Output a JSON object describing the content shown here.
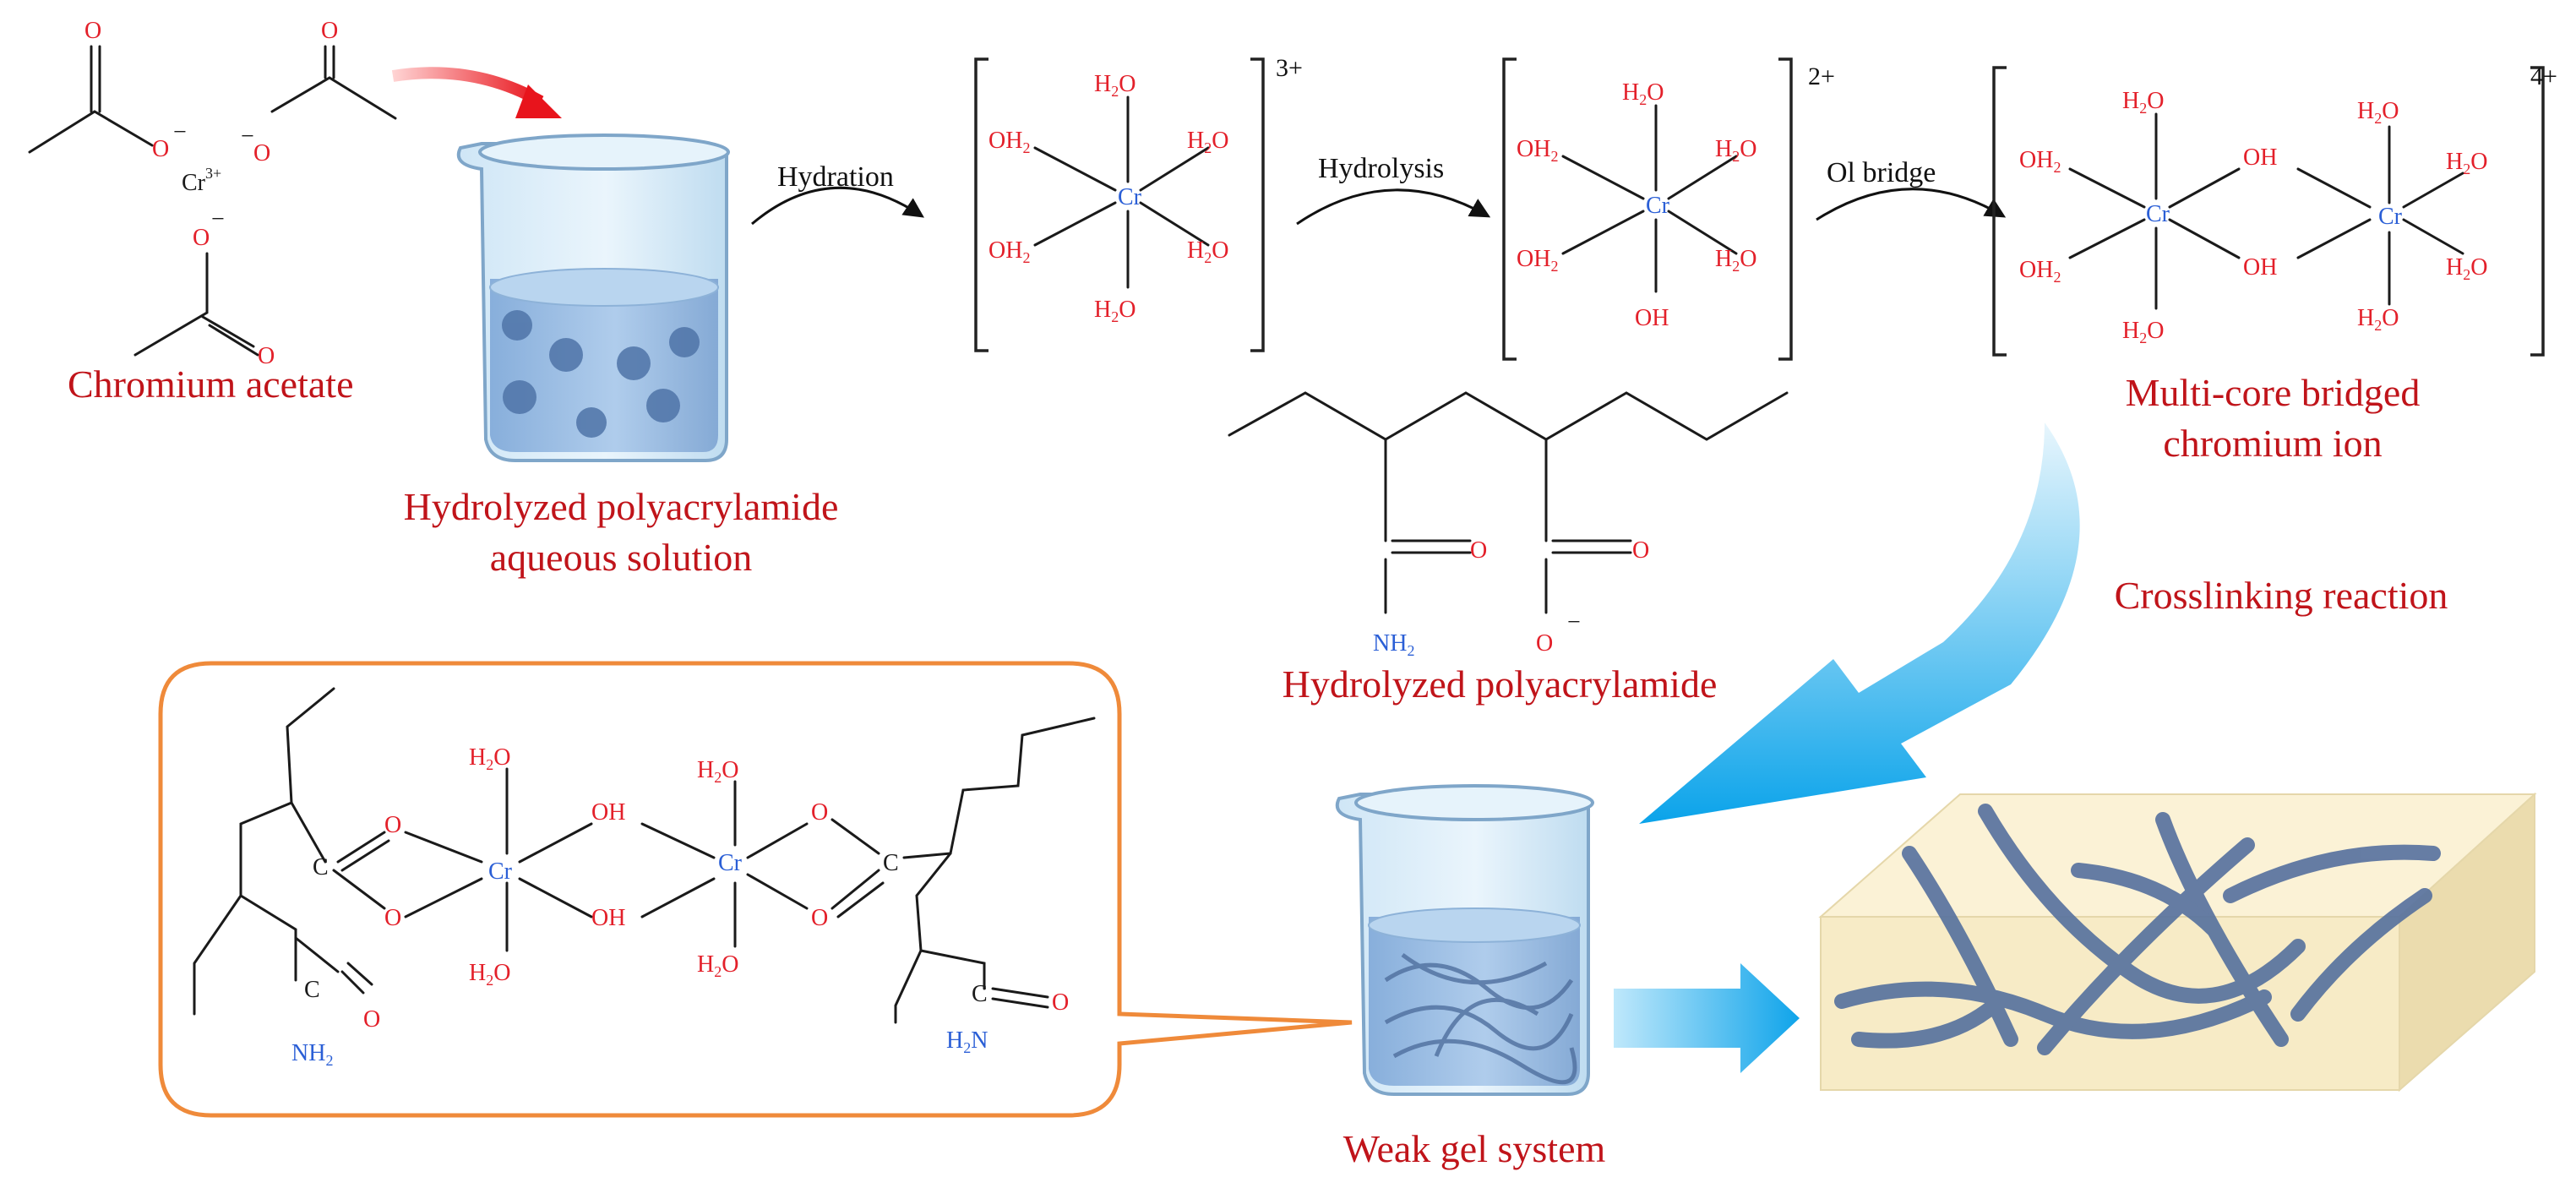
{
  "reagents": {
    "chromium_acetate": "Chromium acetate",
    "cr_center": "Cr",
    "cr_charge": "3+",
    "o": "O",
    "o_minus": "−"
  },
  "beaker1": {
    "label_line1": "Hydrolyzed polyacrylamide",
    "label_line2": "aqueous solution"
  },
  "steps": {
    "hydration": "Hydration",
    "hydrolysis": "Hydrolysis",
    "ol_bridge": "Ol bridge"
  },
  "complex1": {
    "charge": "3+"
  },
  "complex2": {
    "charge": "2+"
  },
  "complex3": {
    "charge": "4+",
    "label_line1": "Multi-core bridged",
    "label_line2": "chromium ion"
  },
  "polymer": {
    "label": "Hydrolyzed polyacrylamide",
    "nh2": "NH",
    "nh2_sub": "2",
    "o_minus": "−"
  },
  "crosslinking": "Crosslinking reaction",
  "beaker2": {
    "label": "Weak gel system"
  },
  "formulas": {
    "h2o": "H",
    "oh2": "OH",
    "oh": "OH",
    "cr": "Cr",
    "o": "O",
    "nh2": "NH",
    "h2n": "H",
    "sub2": "2",
    "n": "N"
  },
  "colors": {
    "label_red": "#c0141a",
    "atom_red": "#e3202a",
    "atom_blue": "#2b5fd6",
    "arrow_blue": "#1aa7e8",
    "callout_orange": "#ef8a3a",
    "gel_block": "#f7ebc6",
    "fiber_blue": "#55709e"
  }
}
